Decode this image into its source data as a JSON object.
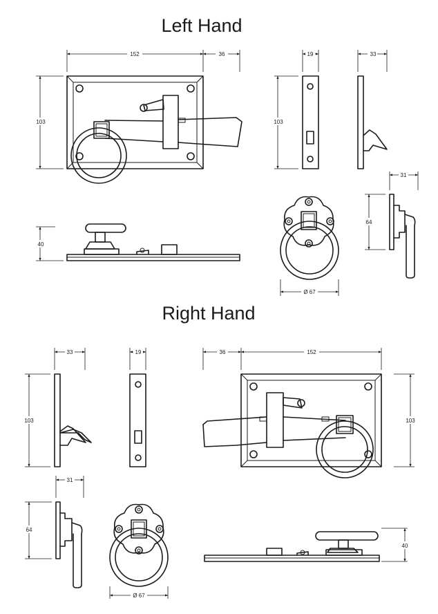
{
  "titles": {
    "left": "Left Hand",
    "right": "Right Hand"
  },
  "dimensions": {
    "width_plate": "152",
    "projection": "36",
    "height": "103",
    "keep_width": "19",
    "keep_depth": "33",
    "handle_depth": "31",
    "handle_height": "64",
    "latch_depth": "40",
    "ring_diameter": "Ø 67"
  }
}
